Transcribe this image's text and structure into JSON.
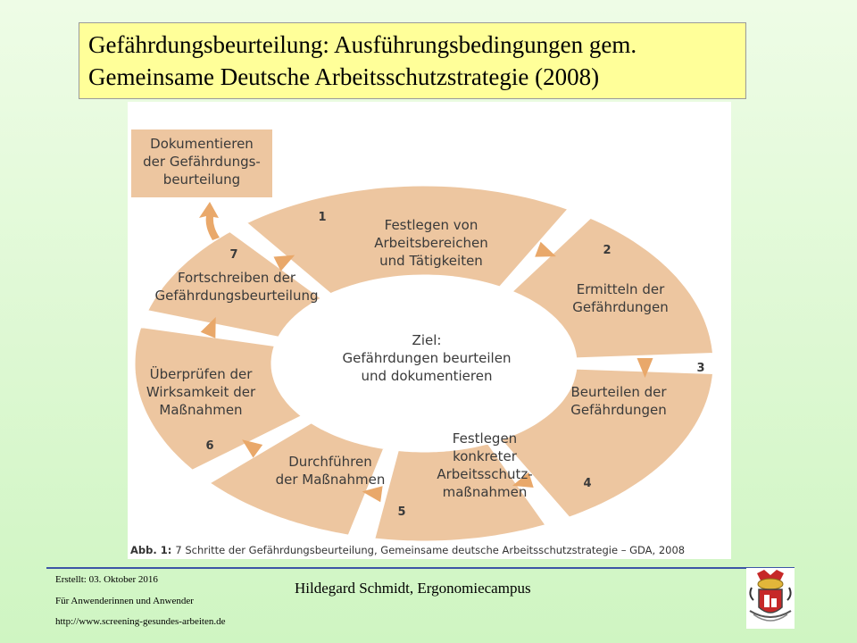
{
  "title": {
    "line1": "Gefährdungsbeurteilung: Ausführungsbedingungen gem.",
    "line2": "Gemeinsame Deutsche Arbeitsschutzstrategie (2008)"
  },
  "diagram": {
    "documentation_box": [
      "Dokumentieren",
      "der Gefährdungs-",
      "beurteilung"
    ],
    "center": [
      "Ziel:",
      "Gefährdungen beurteilen",
      "und dokumentieren"
    ],
    "steps": [
      {
        "number": "1",
        "lines": [
          "Festlegen von",
          "Arbeitsbereichen",
          "und Tätigkeiten"
        ]
      },
      {
        "number": "2",
        "lines": [
          "Ermitteln der",
          "Gefährdungen"
        ]
      },
      {
        "number": "3",
        "lines": [
          "Beurteilen der",
          "Gefährdungen"
        ]
      },
      {
        "number": "4",
        "lines": [
          "Festlegen",
          "konkreter",
          "Arbeitsschutz-",
          "maßnahmen"
        ]
      },
      {
        "number": "5",
        "lines": [
          "Durchführen",
          "der Maßnahmen"
        ]
      },
      {
        "number": "6",
        "lines": [
          "Überprüfen der",
          "Wirksamkeit der",
          "Maßnahmen"
        ]
      },
      {
        "number": "7",
        "lines": [
          "Fortschreiben der",
          "Gefährdungsbeurteilung"
        ]
      }
    ],
    "caption_label": "Abb. 1:",
    "caption_text": "7 Schritte der Gefährdungsbeurteilung, Gemeinsame deutsche Arbeitsschutzstrategie – GDA, 2008",
    "colors": {
      "segment": "#edc6a0",
      "arrow": "#e9a86a"
    }
  },
  "footer": {
    "created": "Erstellt: 03. Oktober 2016",
    "audience": "Für Anwenderinnen und Anwender",
    "url": "http://www.screening-gesundes-arbeiten.de",
    "author": "Hildegard Schmidt, Ergonomiecampus"
  },
  "logo": {
    "icon": "coat-of-arms-icon"
  }
}
